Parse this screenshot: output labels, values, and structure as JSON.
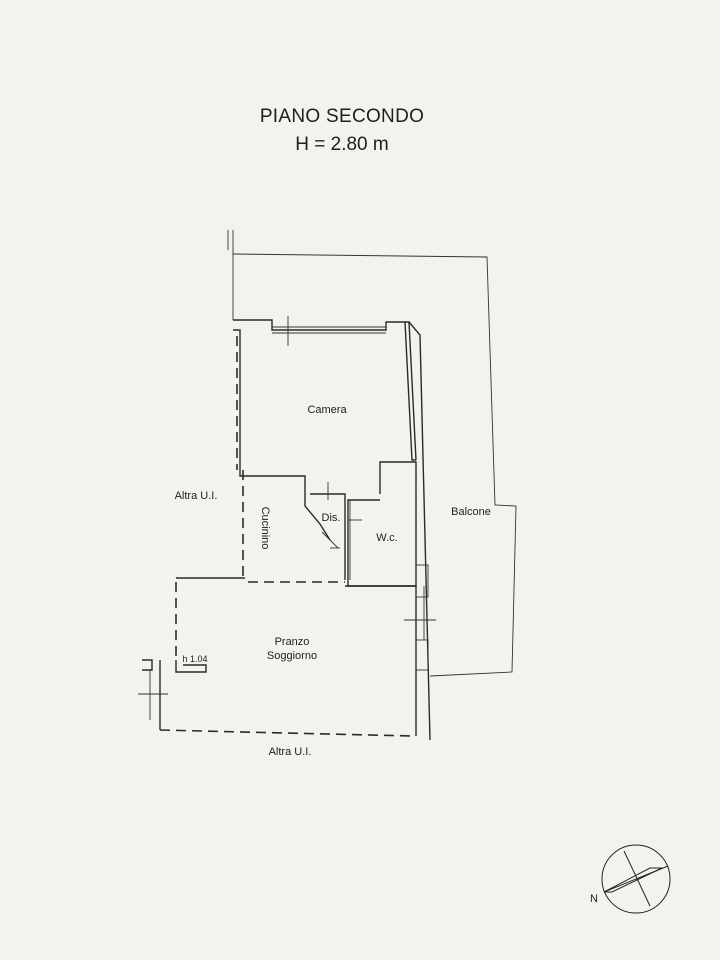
{
  "plan": {
    "title": "PIANO SECONDO",
    "height": "H = 2.80 m"
  },
  "rooms": {
    "camera": "Camera",
    "cucinino": "Cucinino",
    "dis": "Dis.",
    "wc": "W.c.",
    "balcone": "Balcone",
    "pranzo": "Pranzo",
    "soggiorno": "Soggiorno"
  },
  "neighbors": {
    "west": "Altra U.I.",
    "south": "Altra U.I."
  },
  "annotations": {
    "sill_height": "h 1.04"
  },
  "compass": {
    "north_label": "N"
  }
}
